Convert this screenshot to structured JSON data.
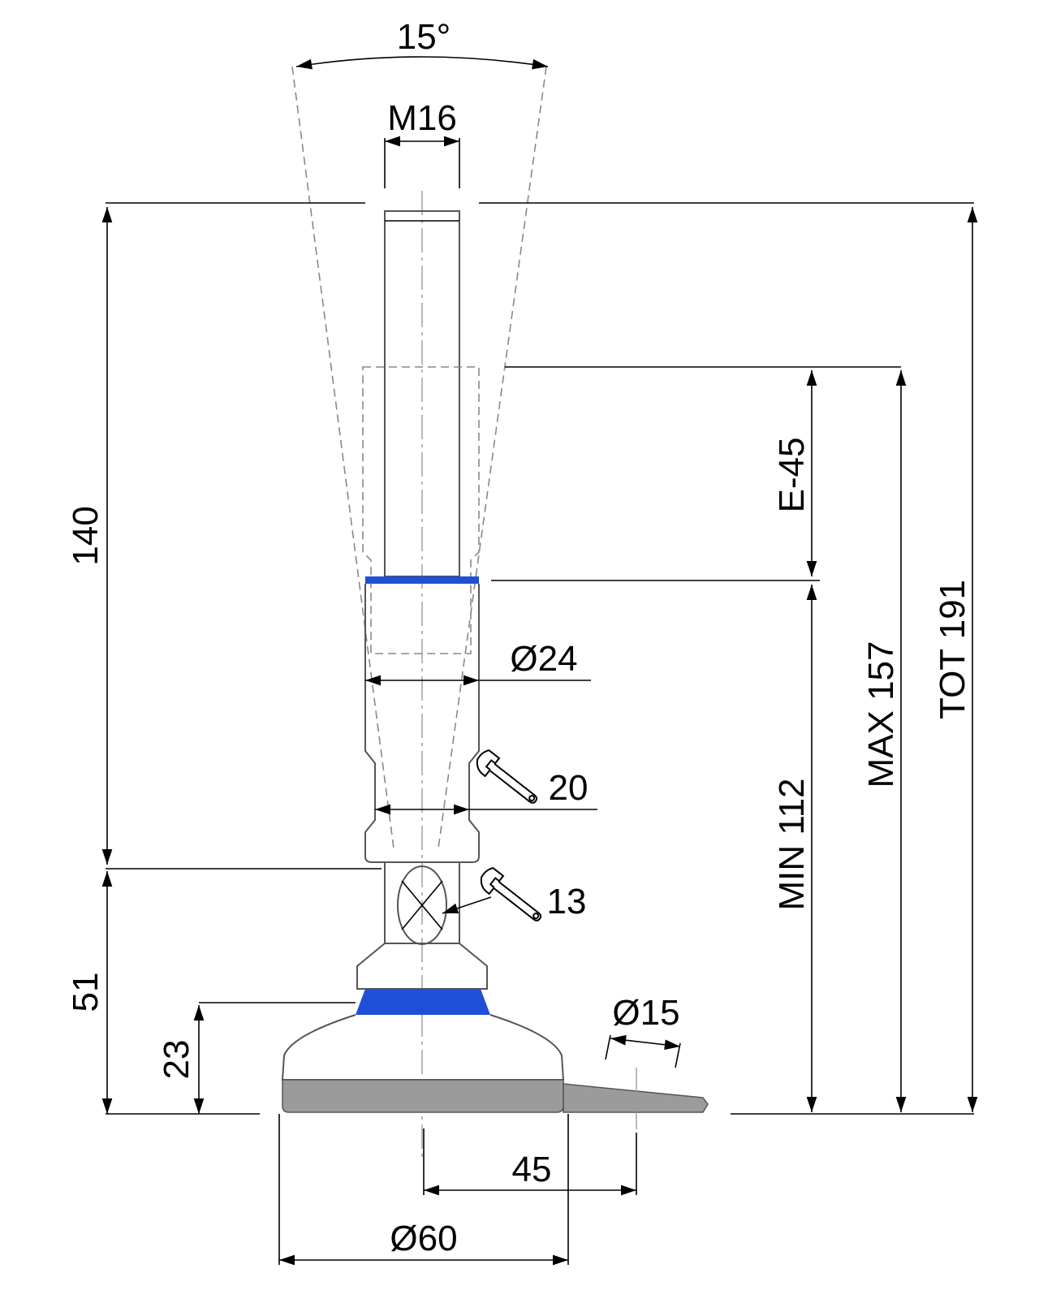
{
  "drawing": {
    "dimensions": {
      "tilt_angle": "15°",
      "thread": "M16",
      "body_diameter": "Ø24",
      "wrench_body": "20",
      "wrench_nut": "13",
      "height_total_stem": "140",
      "height_base": "51",
      "height_pad": "23",
      "stroke": "E-45",
      "height_min": "MIN 112",
      "height_max": "MAX 157",
      "height_total": "TOT 191",
      "hole_diameter": "Ø15",
      "hole_offset": "45",
      "base_diameter": "Ø60"
    },
    "icons": {
      "wrench_1": "wrench-icon",
      "wrench_2": "wrench-icon"
    },
    "colors": {
      "accent_ring": "#1f4fd6",
      "rubber_pad": "#9b9b9b",
      "line": "#000000",
      "part_outline": "#555555"
    }
  }
}
